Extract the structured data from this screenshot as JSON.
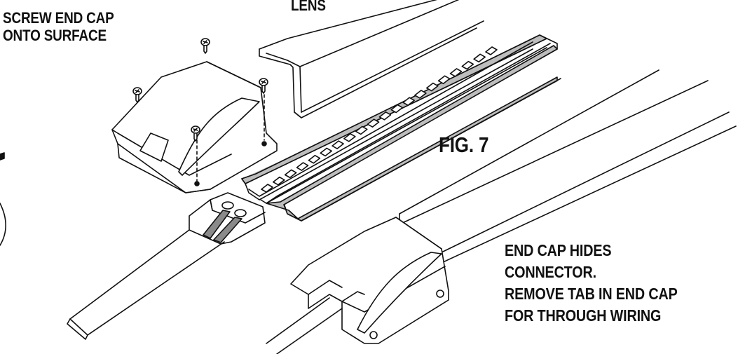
{
  "labels": {
    "lens": "LENS",
    "screw_line1": "SCREW END CAP",
    "screw_line2": "ONTO SURFACE",
    "figure": "FIG. 7",
    "hides_line1": "END CAP HIDES",
    "hides_line2": "CONNECTOR.",
    "hides_line3": "REMOVE TAB IN END CAP",
    "hides_line4": "FOR THROUGH WIRING"
  },
  "colors": {
    "ink": "#111111",
    "channel_fill": "#bdbdbd",
    "wire_fill": "#8a8a8a",
    "background": "#ffffff"
  },
  "icons": {
    "screw": "screw-icon",
    "led": "led-chip-icon"
  }
}
